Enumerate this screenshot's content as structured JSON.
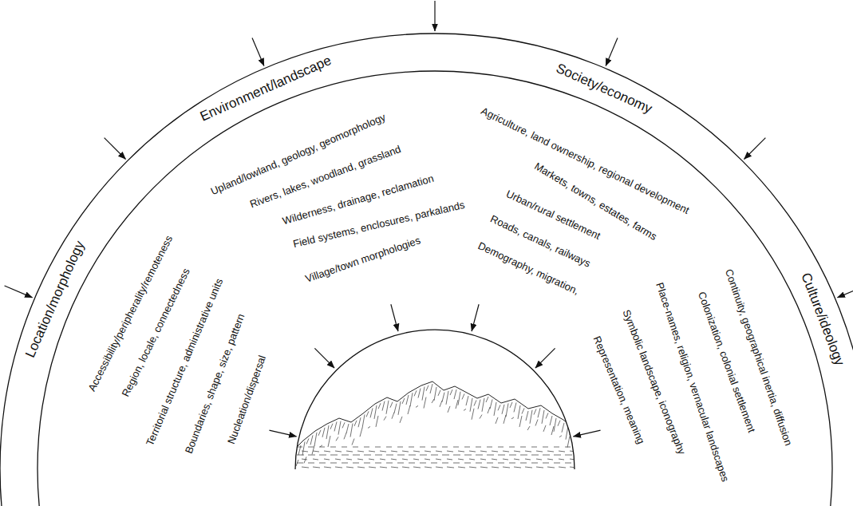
{
  "diagram": {
    "nodes": [
      {
        "text": [
          "Location/morphology",
          "Environment/landscape",
          "Society/economy",
          "Culture/ideology"
        ]
      },
      {
        "text": [
          "Accessibility/peripherality/remoteness",
          "Region, locale, connectedness",
          "Territorial structure, administrative units",
          "Boundaries, shape, size, pattern",
          "Nucleation/dispersal",
          "Upland/lowland, geology, geomorphology",
          "Rivers, lakes, woodland, grassland",
          "Wilderness, drainage, reclamation",
          "Field systems, enclosures, parkalands",
          "Village/town morphologies",
          "Agriculture, land ownership, regional development",
          "Markets, towns, estates, farms",
          "Urban/rural settlement",
          "Roads, canals, railways",
          "Demography, migration,",
          "Continuity, geographical inertia, diffusion",
          "Colonization, colonial settlement",
          "Place-names, religion, vernacular landscapes",
          "Symbolic landscape, iconography",
          "Representation, meaning"
        ],
        "in": 0
      }
    ]
  }
}
